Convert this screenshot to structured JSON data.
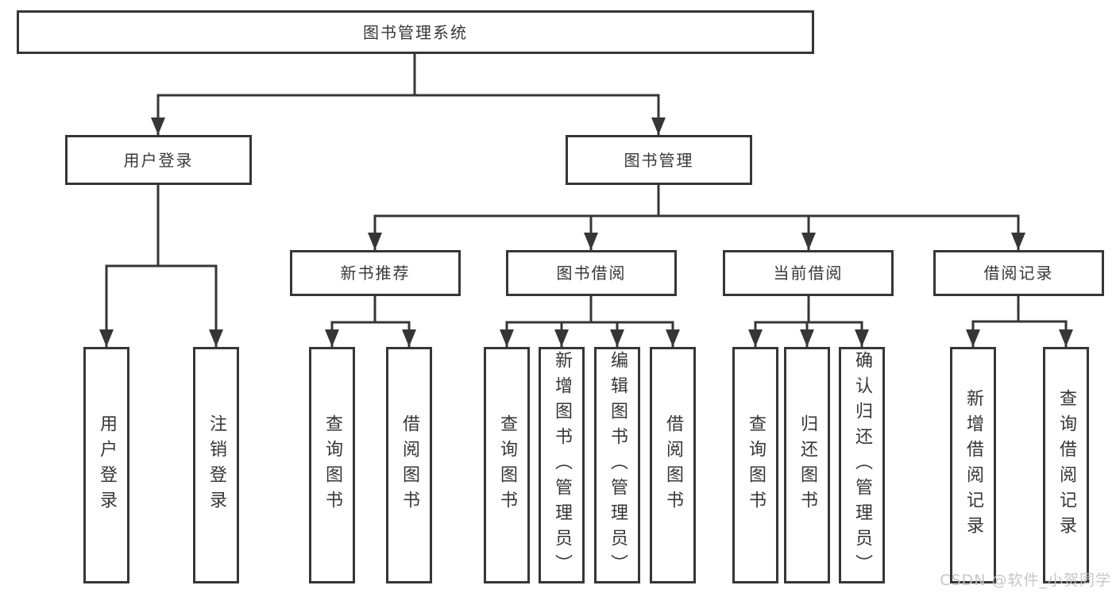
{
  "diagram": {
    "root": {
      "label": "图书管理系统"
    },
    "level2": [
      {
        "label": "用户登录"
      },
      {
        "label": "图书管理"
      }
    ],
    "level3": [
      {
        "label": "新书推荐"
      },
      {
        "label": "图书借阅"
      },
      {
        "label": "当前借阅"
      },
      {
        "label": "借阅记录"
      }
    ],
    "leaves": {
      "login": [
        "用户登录",
        "注销登录"
      ],
      "newbook": [
        "查询图书",
        "借阅图书"
      ],
      "borrow": [
        "查询图书",
        "新增图书（管理员）",
        "编辑图书（管理员）",
        "借阅图书"
      ],
      "current": [
        "查询图书",
        "归还图书",
        "确认归还（管理员）"
      ],
      "records": [
        "新增借阅记录",
        "查询借阅记录"
      ]
    }
  },
  "watermark": {
    "text": "CSDN @软件_小贺同学"
  },
  "colors": {
    "line": "#363636",
    "box_border": "#363636",
    "box_background": "#ffffff",
    "text": "#363636",
    "watermark": "#c3c3c3",
    "page_background": "#ffffff"
  }
}
